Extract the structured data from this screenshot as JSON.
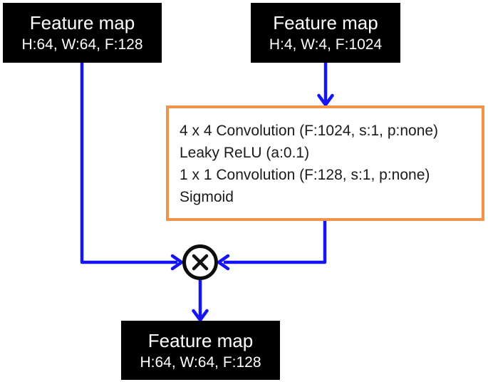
{
  "diagram": {
    "colors": {
      "arrow_blue": "#1414f5",
      "box_orange": "#f0944a",
      "box_black": "#000000",
      "ops_text": "#1a1a1a"
    },
    "nodes": {
      "input_left": {
        "title": "Feature map",
        "dims": "H:64, W:64, F:128"
      },
      "input_right": {
        "title": "Feature map",
        "dims": "H:4, W:4, F:1024"
      },
      "ops": {
        "lines": [
          "4 x 4 Convolution (F:1024, s:1, p:none)",
          "Leaky ReLU (a:0.1)",
          "1 x 1 Convolution (F:128, s:1, p:none)",
          "Sigmoid"
        ]
      },
      "multiply": {
        "symbol": "×"
      },
      "output": {
        "title": "Feature map",
        "dims": "H:64, W:64, F:128"
      }
    }
  }
}
